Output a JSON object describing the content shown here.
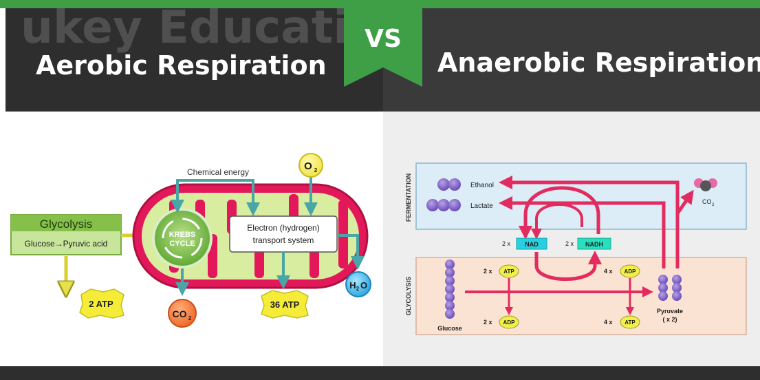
{
  "watermark": "ukey Educatio",
  "header": {
    "left_title": "Aerobic Respiration",
    "vs": "VS",
    "right_title": "Anaerobic Respiration"
  },
  "aerobic": {
    "glycolysis_title": "Glycolysis",
    "glycolysis_detail": "Glucose→Pyruvic acid",
    "chemical_energy": "Chemical energy",
    "krebs_line1": "KREBS",
    "krebs_line2": "CYCLE",
    "etc_line1": "Electron (hydrogen)",
    "etc_line2": "transport system",
    "o2": "O",
    "o2_sub": "2",
    "h2o_h": "H",
    "h2o_sub": "2",
    "h2o_o": "O",
    "co2": "CO",
    "co2_sub": "2",
    "atp_2": "2 ATP",
    "atp_36": "36 ATP"
  },
  "anaerobic": {
    "fermentation_label": "FERMENTATION",
    "glycolysis_label": "GLYCOLYSIS",
    "ethanol": "Ethanol",
    "lactate": "Lactate",
    "co2": "CO",
    "co2_sub": "2",
    "nad_prefix": "2 x",
    "nad": "NAD",
    "nadh_prefix": "2 x",
    "nadh": "NADH",
    "atp_top_prefix": "2 x",
    "atp_top": "ATP",
    "adp_top_prefix": "4 x",
    "adp_top": "ADP",
    "adp_bottom_prefix": "2 x",
    "adp_bottom": "ADP",
    "atp_bottom_prefix": "4 x",
    "atp_bottom": "ATP",
    "glucose": "Glucose",
    "pyruvate": "Pyruvate",
    "pyruvate_count": "( x 2)"
  }
}
